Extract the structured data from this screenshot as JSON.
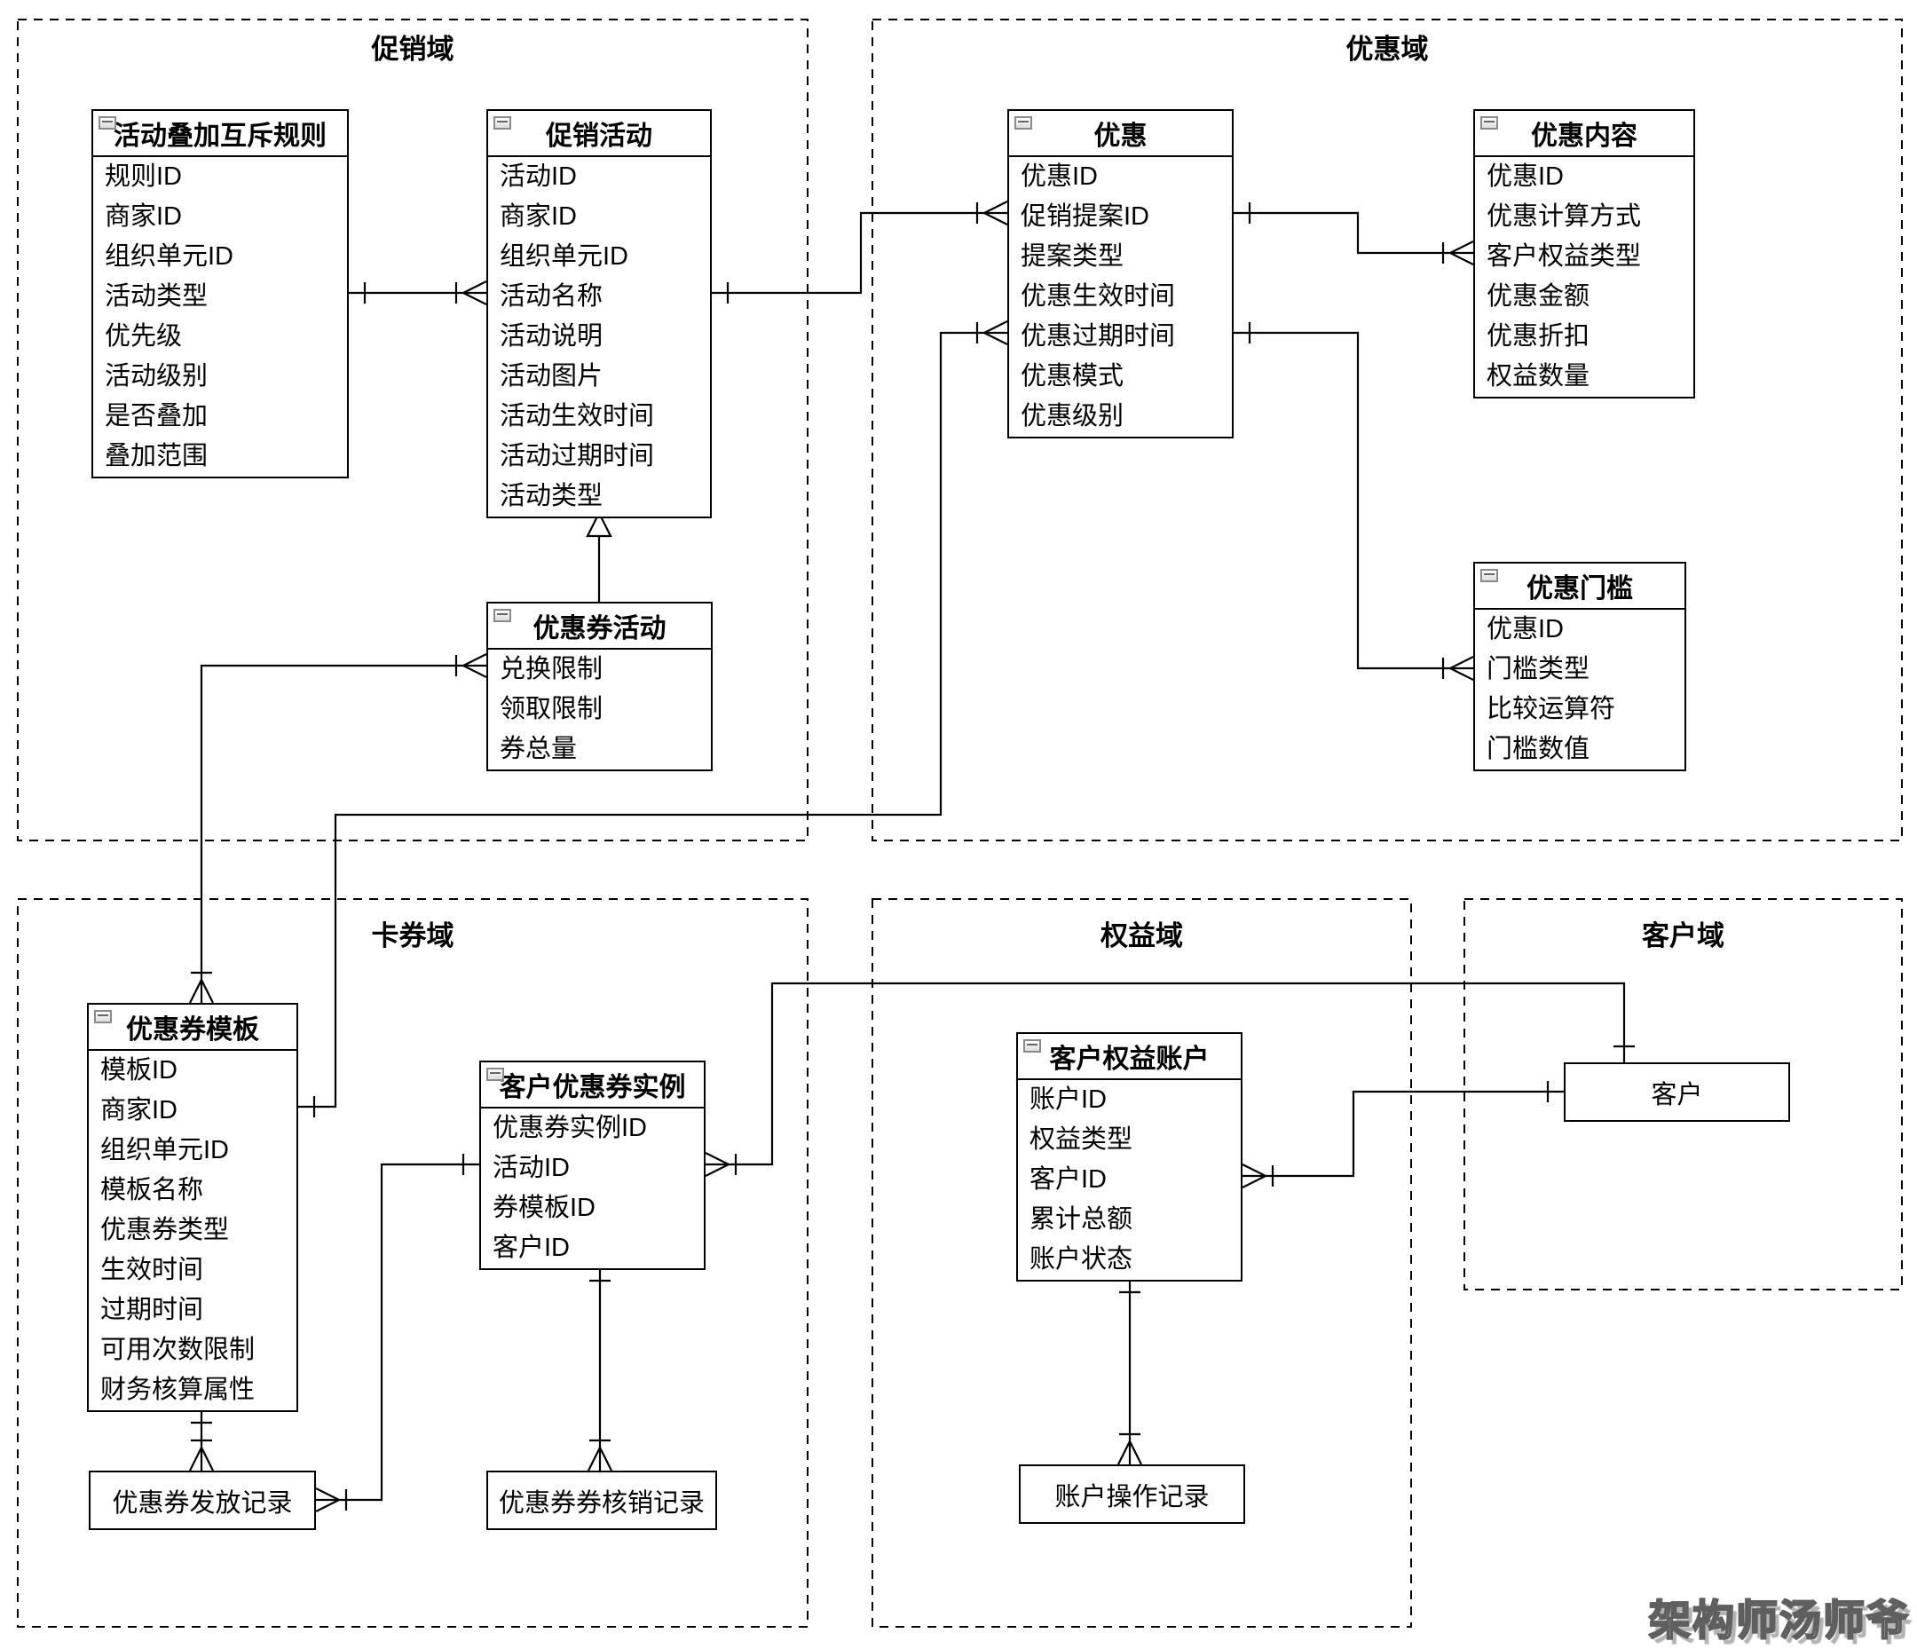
{
  "diagram": {
    "domains": [
      {
        "id": "promotion",
        "label": "促销域"
      },
      {
        "id": "discount",
        "label": "优惠域"
      },
      {
        "id": "coupon",
        "label": "卡券域"
      },
      {
        "id": "benefit",
        "label": "权益域"
      },
      {
        "id": "customer",
        "label": "客户域"
      }
    ],
    "entities": [
      {
        "title": "活动叠加互斥规则",
        "fields": [
          "规则ID",
          "商家ID",
          "组织单元ID",
          "活动类型",
          "优先级",
          "活动级别",
          "是否叠加",
          "叠加范围"
        ]
      },
      {
        "title": "促销活动",
        "fields": [
          "活动ID",
          "商家ID",
          "组织单元ID",
          "活动名称",
          "活动说明",
          "活动图片",
          "活动生效时间",
          "活动过期时间",
          "活动类型"
        ]
      },
      {
        "title": "优惠",
        "fields": [
          "优惠ID",
          "促销提案ID",
          "提案类型",
          "优惠生效时间",
          "优惠过期时间",
          "优惠模式",
          "优惠级别"
        ]
      },
      {
        "title": "优惠内容",
        "fields": [
          "优惠ID",
          "优惠计算方式",
          "客户权益类型",
          "优惠金额",
          "优惠折扣",
          "权益数量"
        ]
      },
      {
        "title": "优惠门槛",
        "fields": [
          "优惠ID",
          "门槛类型",
          "比较运算符",
          "门槛数值"
        ]
      },
      {
        "title": "优惠券活动",
        "fields": [
          "兑换限制",
          "领取限制",
          "券总量"
        ]
      },
      {
        "title": "优惠券模板",
        "fields": [
          "模板ID",
          "商家ID",
          "组织单元ID",
          "模板名称",
          "优惠券类型",
          "生效时间",
          "过期时间",
          "可用次数限制",
          "财务核算属性"
        ]
      },
      {
        "title": "客户优惠券实例",
        "fields": [
          "优惠券实例ID",
          "活动ID",
          "券模板ID",
          "客户ID"
        ]
      },
      {
        "title": "客户权益账户",
        "fields": [
          "账户ID",
          "权益类型",
          "客户ID",
          "累计总额",
          "账户状态"
        ]
      }
    ],
    "plain_boxes": [
      {
        "label": "优惠券发放记录"
      },
      {
        "label": "优惠券券核销记录"
      },
      {
        "label": "账户操作记录"
      },
      {
        "label": "客户"
      }
    ],
    "relations": [
      {
        "from": "活动叠加互斥规则",
        "to": "促销活动",
        "type": "one-to-many"
      },
      {
        "from": "促销活动",
        "to": "优惠",
        "type": "one-to-many"
      },
      {
        "from": "优惠",
        "to": "优惠内容",
        "type": "one-to-many"
      },
      {
        "from": "优惠",
        "to": "优惠门槛",
        "type": "one-to-many"
      },
      {
        "from": "优惠券活动",
        "to": "促销活动",
        "type": "generalization"
      },
      {
        "from": "优惠券模板",
        "to": "优惠券活动",
        "type": "many-to-many"
      },
      {
        "from": "优惠券模板",
        "to": "优惠",
        "type": "one-to-many"
      },
      {
        "from": "优惠券模板",
        "to": "优惠券发放记录",
        "type": "one-to-many"
      },
      {
        "from": "客户优惠券实例",
        "to": "优惠券发放记录",
        "type": "one-to-many"
      },
      {
        "from": "客户优惠券实例",
        "to": "优惠券券核销记录",
        "type": "one-to-many"
      },
      {
        "from": "客户",
        "to": "客户优惠券实例",
        "type": "one-to-many"
      },
      {
        "from": "客户",
        "to": "客户权益账户",
        "type": "one-to-many"
      },
      {
        "from": "客户权益账户",
        "to": "账户操作记录",
        "type": "one-to-many"
      }
    ],
    "watermark": "架构师汤师爷",
    "colors": {
      "stroke": "#000000",
      "background": "#ffffff"
    }
  }
}
